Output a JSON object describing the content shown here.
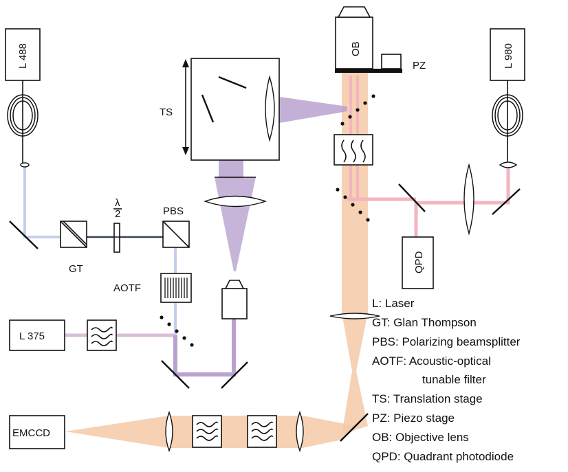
{
  "labels": {
    "l488": "L 488",
    "l980": "L 980",
    "l375": "L 375",
    "emccd": "EMCCD",
    "ob": "OB",
    "qpd": "QPD",
    "pz": "PZ",
    "ts": "TS",
    "pbs": "PBS",
    "gt": "GT",
    "aotf": "AOTF",
    "halfwave_num": "λ",
    "halfwave_den": "2"
  },
  "legend": [
    "L: Laser",
    "GT: Glan Thompson",
    "PBS: Polarizing beamsplitter",
    "AOTF: Acoustic-optical",
    "tunable filter",
    "TS: Translation stage",
    "PZ: Piezo stage",
    "OB: Objective lens",
    "QPD: Quadrant photodiode"
  ],
  "colors": {
    "blue_beam": "#c4d0ea",
    "purple_beam": "#b9a2cf",
    "purple_dark": "#9b7fbf",
    "orange_beam": "#f5c9a6",
    "pink_beam": "#f2b6be",
    "uv_beam": "#d9bfd6"
  }
}
